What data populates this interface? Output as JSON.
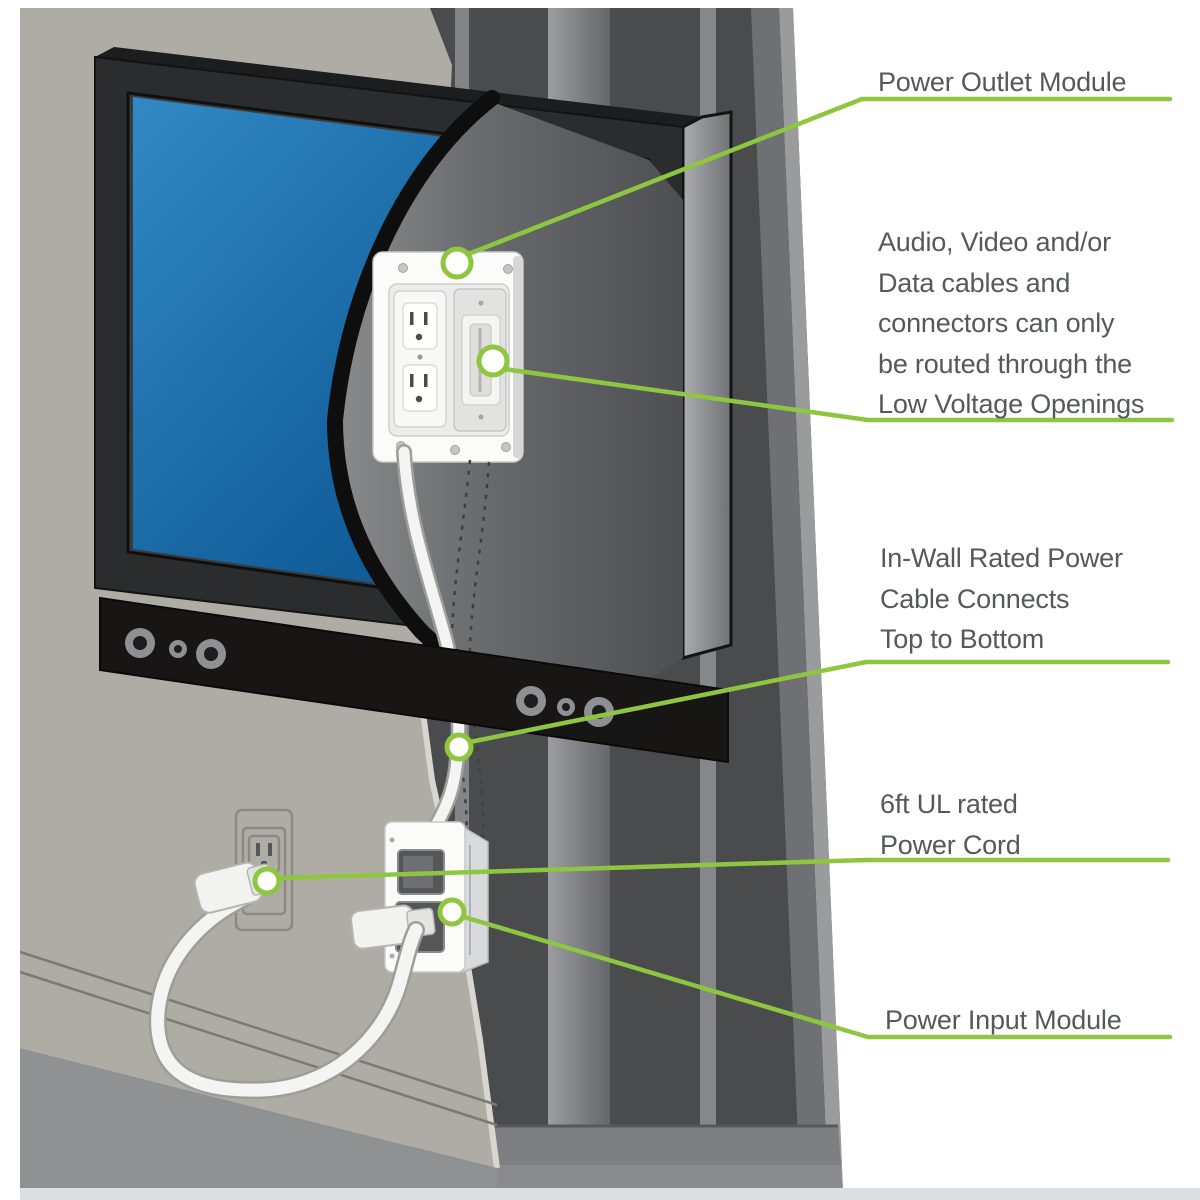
{
  "diagram": {
    "type": "product-installation-diagram",
    "subject": "In-wall TV power and cable management kit",
    "callouts": [
      {
        "id": "power-outlet-module",
        "text": "Power Outlet Module"
      },
      {
        "id": "low-voltage-note",
        "text": "Audio, Video and/or\nData cables and\nconnectors can only\nbe routed through the\nLow Voltage Openings"
      },
      {
        "id": "in-wall-cable",
        "text": "In-Wall Rated Power\nCable Connects\nTop to Bottom"
      },
      {
        "id": "power-cord",
        "text": "6ft UL rated\nPower Cord"
      },
      {
        "id": "power-input-module",
        "text": "Power Input Module"
      }
    ],
    "colors": {
      "callout_green": "#8fc640",
      "label_text": "#57585a",
      "tv_screen_blue": "#1a6fae",
      "tv_frame": "#2b2c2e",
      "front_wall": "#aeaca4",
      "wall_cavity": "#4a4b4d",
      "stud_gray": "#8b8d90",
      "cable_white": "#f4f4f2",
      "background": "#ffffff"
    }
  }
}
